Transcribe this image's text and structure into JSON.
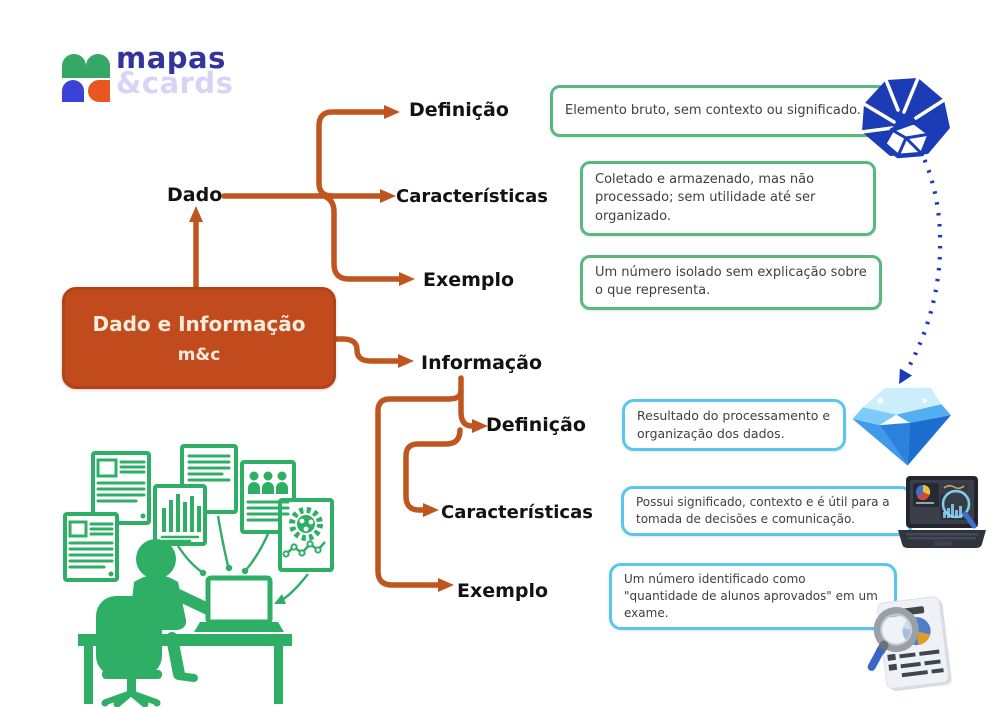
{
  "logo": {
    "title": "mapas",
    "subtitle": "&cards"
  },
  "root": {
    "title": "Dado e Informação",
    "subtitle": "m&c"
  },
  "dado": {
    "label": "Dado",
    "definicao": {
      "label": "Definição",
      "text": "Elemento bruto, sem contexto ou significado."
    },
    "caracteristicas": {
      "label": "Características",
      "text": "Coletado e armazenado, mas não processado; sem utilidade até ser organizado."
    },
    "exemplo": {
      "label": "Exemplo",
      "text": "Um número isolado sem explicação sobre o que representa."
    }
  },
  "informacao": {
    "label": "Informação",
    "definicao": {
      "label": "Definição",
      "text": "Resultado do processamento e organização dos dados."
    },
    "caracteristicas": {
      "label": "Características",
      "text": "Possui significado, contexto e é útil para a tomada de decisões e comunicação."
    },
    "exemplo": {
      "label": "Exemplo",
      "text": "Um número identificado como \"quantidade de alunos aprovados\" em um exame."
    }
  },
  "icons": {
    "raw_rock": "raw-data-rock-icon",
    "transform_arrow": "dotted-transform-arrow-icon",
    "diamond": "information-diamond-icon",
    "laptop": "laptop-analysis-icon",
    "report": "report-magnifier-icon",
    "person": "person-at-desk-illustration",
    "logo_mark": "mapas-cards-logo-icon"
  },
  "colors": {
    "connector_orange": "#c0561f",
    "root_fill": "#c24b1d",
    "green_border": "#57b97e",
    "blue_border": "#58c6ef",
    "logo_blue": "#34349e",
    "logo_lavender": "#d7d4f6",
    "illustration_green": "#2fae66",
    "royal_blue": "#1c3cb5",
    "label_black": "#121212"
  }
}
